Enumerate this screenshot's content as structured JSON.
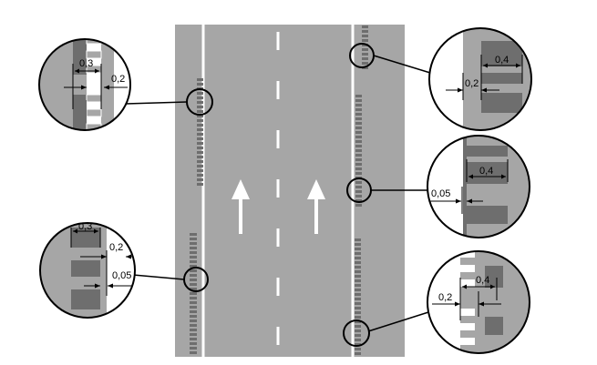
{
  "colors": {
    "road": "#a6a6a6",
    "lane_line": "#ffffff",
    "tile": "#6e6e6e",
    "outline": "#000000"
  },
  "callouts": {
    "top_left": {
      "width": "0,3",
      "gap": "0,2"
    },
    "bottom_left": {
      "width": "0,3",
      "gap": "0,2",
      "line": "0,05"
    },
    "top_right": {
      "width": "0,4",
      "gap": "0,2"
    },
    "mid_right": {
      "width": "0,4",
      "line": "0,05"
    },
    "bottom_right": {
      "width": "0,4",
      "gap": "0,2"
    }
  },
  "icons": [
    "arrow-up-icon",
    "arrow-up-icon"
  ]
}
